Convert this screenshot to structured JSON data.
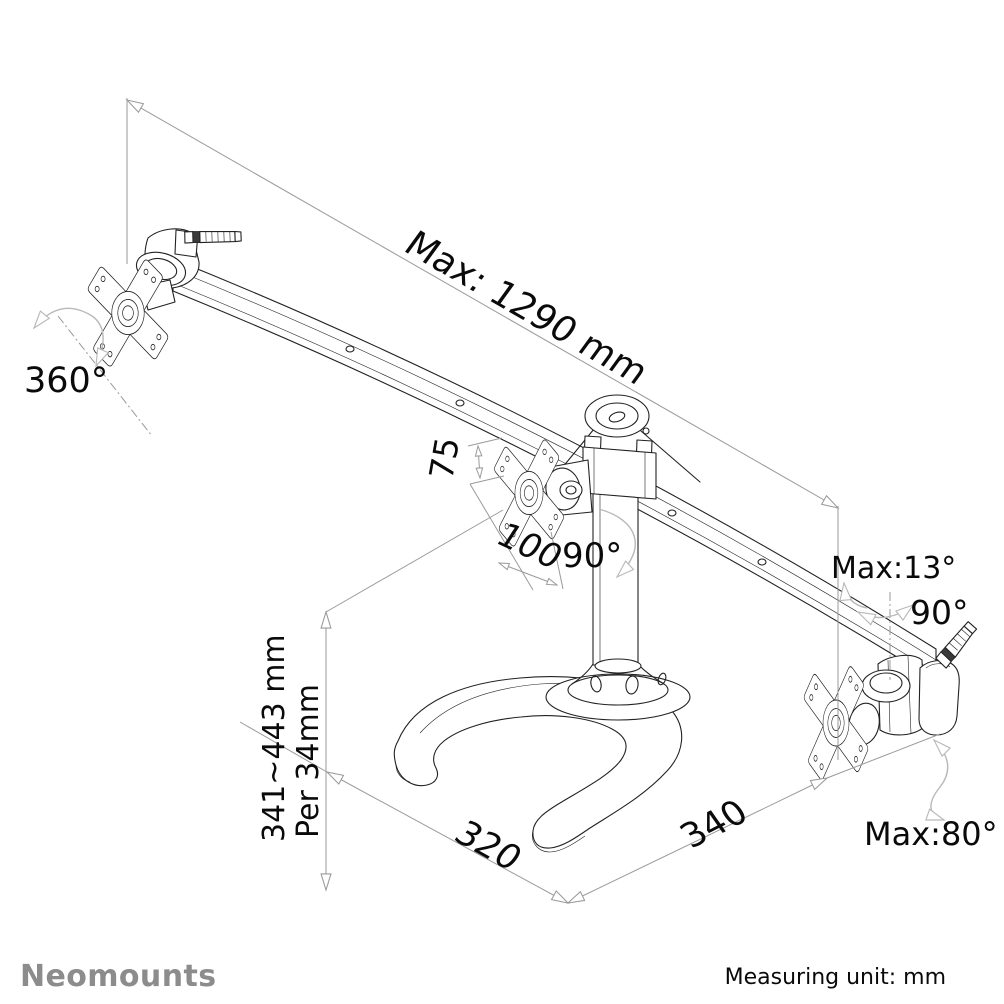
{
  "diagram": {
    "title": "monitor desk stand dimension drawing",
    "annotations": {
      "max_width": "Max: 1290 mm",
      "left_rotation": "360°",
      "vesa_height": "75",
      "vesa_width": "100",
      "center_rotation": "90°",
      "tilt_max": "Max:13°",
      "right_swivel": "90°",
      "height_range": "341~443 mm",
      "height_step": "Per 34mm",
      "base_depth": "320",
      "base_width": "340",
      "right_rotation": "Max:80°"
    }
  },
  "footer": {
    "brand": "Neomounts",
    "measuring_unit": "Measuring unit: mm"
  },
  "colors": {
    "line": "#222222",
    "construction": "#9a9a9a",
    "gesture": "#b9b9b9",
    "text": "#0a0a0a",
    "brand_gray": "#8c8c8c",
    "background": "#ffffff"
  }
}
